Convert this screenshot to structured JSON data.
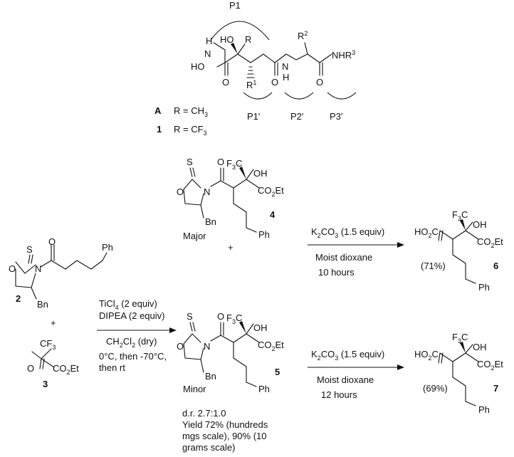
{
  "top": {
    "atoms": {
      "h_nh": "H",
      "n_hydroxamate": "N",
      "ho_left": "HO",
      "o_left_carbonyl": "O",
      "ho_alpha": "HO",
      "r": "R",
      "r1": "R",
      "r1_sup": "1",
      "o_mid_carbonyl": "O",
      "nh_amide_n": "N",
      "nh_amide_h": "H",
      "r2": "R",
      "r2_sup": "2",
      "o_right_carbonyl": "O",
      "nhr3": "NHR",
      "nhr3_sup": "3"
    },
    "pockets": [
      "P1",
      "P1'",
      "P2'",
      "P3'"
    ],
    "defs": [
      {
        "id": "A",
        "r": "R = CH",
        "sub": "3"
      },
      {
        "id": "1",
        "r": "R = CF",
        "sub": "3"
      }
    ]
  },
  "reactants": {
    "n2": {
      "id": "2",
      "atoms": {
        "S": "S",
        "O_ring": "O",
        "N": "N",
        "O_acyl": "O",
        "Bn": "Bn",
        "Ph": "Ph"
      }
    },
    "plus": "+",
    "n3": {
      "id": "3",
      "cf3": "CF",
      "cf3_sub": "3",
      "O": "O",
      "co2et_a": "CO",
      "co2et_sub": "2",
      "co2et_b": "Et"
    }
  },
  "conditions_1": [
    "TiCl",
    "4",
    " (2 equiv)",
    "DIPEA (2 equiv)",
    "CH",
    "2",
    "Cl",
    "2",
    " (dry)",
    "0°C, then -70°C,",
    "then rt"
  ],
  "products": {
    "n4": {
      "id": "4",
      "label": "Major",
      "atoms": {
        "S": "S",
        "O_ring": "O",
        "N": "N",
        "O_acyl": "O",
        "Bn": "Bn",
        "Ph": "Ph",
        "f3c_a": "F",
        "f3c_sub": "3",
        "f3c_b": "C",
        "oh": "OH",
        "co2et_a": "CO",
        "co2et_sub": "2",
        "co2et_b": "Et"
      }
    },
    "plus": "+",
    "n5": {
      "id": "5",
      "label": "Minor",
      "atoms": {
        "S": "S",
        "O_ring": "O",
        "N": "N",
        "O_acyl": "O",
        "Bn": "Bn",
        "Ph": "Ph",
        "f3c_a": "F",
        "f3c_sub": "3",
        "f3c_b": "C",
        "oh": "OH",
        "co2et_a": "CO",
        "co2et_sub": "2",
        "co2et_b": "Et"
      }
    },
    "notes": [
      "d.r. 2.7:1.0",
      "Yield 72% (hundreds",
      "mgs scale), 90% (10",
      "grams scale)"
    ]
  },
  "conditions_2": [
    "K",
    "2",
    "CO",
    "3",
    " (1.5 equiv)",
    "Moist dioxane",
    "10 hours"
  ],
  "conditions_3": [
    "K",
    "2",
    "CO",
    "3",
    " (1.5 equiv)",
    "Moist dioxane",
    "12 hours"
  ],
  "acids": {
    "n6": {
      "id": "6",
      "yield": "(71%)",
      "atoms": {
        "ho2c_a": "HO",
        "ho2c_sub": "2",
        "ho2c_b": "C",
        "f3c_a": "F",
        "f3c_sub": "3",
        "f3c_b": "C",
        "oh": "OH",
        "co2et_a": "CO",
        "co2et_sub": "2",
        "co2et_b": "Et",
        "Ph": "Ph"
      }
    },
    "n7": {
      "id": "7",
      "yield": "(69%)",
      "atoms": {
        "ho2c_a": "HO",
        "ho2c_sub": "2",
        "ho2c_b": "C",
        "f3c_a": "F",
        "f3c_sub": "3",
        "f3c_b": "C",
        "oh": "OH",
        "co2et_a": "CO",
        "co2et_sub": "2",
        "co2et_b": "Et",
        "Ph": "Ph"
      }
    }
  }
}
